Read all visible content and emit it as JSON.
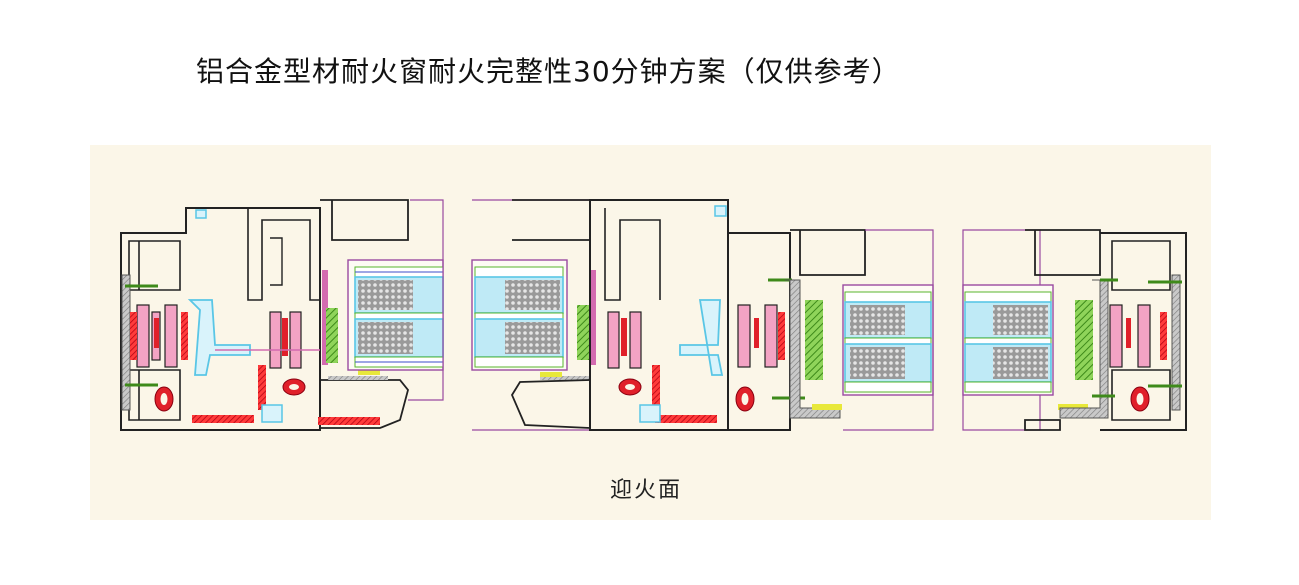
{
  "title": "铝合金型材耐火窗耐火完整性30分钟方案（仅供参考）",
  "caption": "迎火面",
  "colors": {
    "background": "#fbf6e8",
    "profile_outline": "#222222",
    "seal_red": "#e0202a",
    "strip_pink": "#f3a3c4",
    "glass_cyan": "#59c6e6",
    "frame_purple": "#9a4aa0",
    "intumescent_green": "#58b52c",
    "yellow_block": "#e8e83a",
    "steel_grey": "#8a8a8a"
  },
  "sections": [
    {
      "name": "left-section"
    },
    {
      "name": "middle-section"
    },
    {
      "name": "right-section"
    }
  ]
}
